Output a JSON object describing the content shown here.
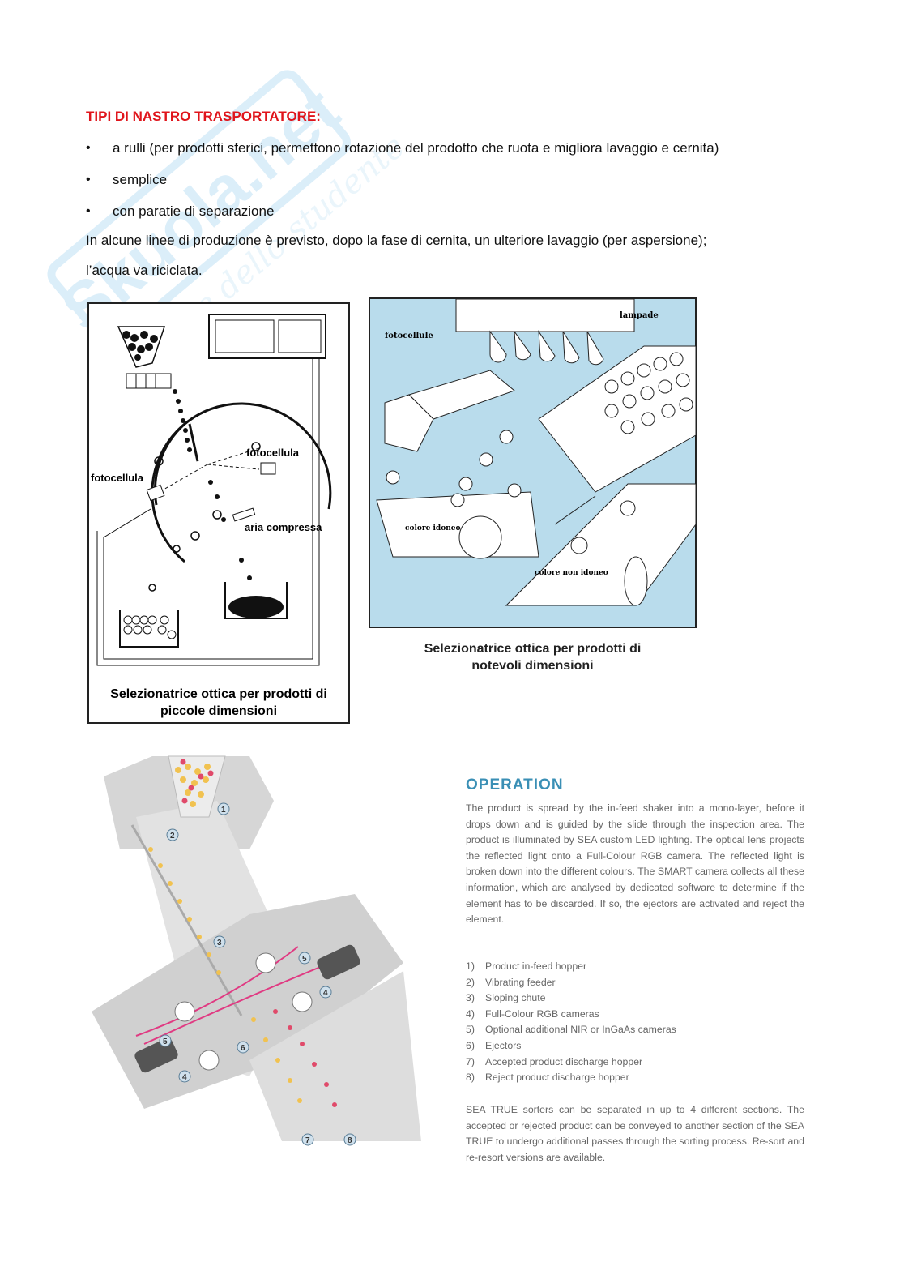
{
  "watermark": {
    "line1": "Skuola.net",
    "line2": "il portale dello studente"
  },
  "heading": "TIPI DI NASTRO TRASPORTATORE:",
  "bullets": [
    "a rulli (per prodotti sferici, permettono rotazione del prodotto che ruota e migliora lavaggio e cernita)",
    "semplice",
    "con paratie di separazione"
  ],
  "paragraphs": [
    "In alcune linee di produzione è previsto, dopo la fase di cernita, un ulteriore lavaggio (per aspersione);",
    "l’acqua va riciclata."
  ],
  "figure_left": {
    "label_fotocellula_1": "fotocellula",
    "label_fotocellula_2": "fotocellula",
    "label_aria": "aria compressa",
    "caption_line1": "Selezionatrice ottica per prodotti di",
    "caption_line2": "piccole dimensioni"
  },
  "figure_right": {
    "label_lampade": "lampade",
    "label_fotocellule": "fotocellule",
    "label_colore_idoneo": "colore idoneo",
    "label_colore_non_idoneo": "colore non idoneo",
    "caption_line1": "Selezionatrice ottica per prodotti di",
    "caption_line2": "notevoli dimensioni"
  },
  "machine": {
    "markers": [
      "1",
      "2",
      "3",
      "4",
      "5",
      "4",
      "5",
      "6",
      "7",
      "8"
    ]
  },
  "operation": {
    "title": "OPERATION",
    "text": "The product is spread by the in-feed shaker into a mono-layer, before it drops down and is guided by the slide through the inspection area. The product is illuminated by SEA custom LED lighting. The optical lens projects the reflected light onto a Full-Colour RGB camera. The reflected light is broken down into the different colours. The SMART camera collects all these information, which are analysed by dedicated software to determine if the element has to be discarded. If so, the ejectors are activated and reject the element.",
    "items": [
      {
        "n": "1)",
        "label": "Product in-feed hopper"
      },
      {
        "n": "2)",
        "label": "Vibrating feeder"
      },
      {
        "n": "3)",
        "label": "Sloping chute"
      },
      {
        "n": "4)",
        "label": "Full-Colour RGB cameras"
      },
      {
        "n": "5)",
        "label": "Optional additional NIR or InGaAs cameras"
      },
      {
        "n": "6)",
        "label": "Ejectors"
      },
      {
        "n": "7)",
        "label": "Accepted product discharge hopper"
      },
      {
        "n": "8)",
        "label": "Reject product discharge hopper"
      }
    ],
    "text2": "SEA TRUE sorters can be separated in up to 4 different sections. The accepted or rejected product can be conveyed to another section of the SEA TRUE to undergo additional passes through the sorting process. Re-sort and re-resort versions are available."
  }
}
